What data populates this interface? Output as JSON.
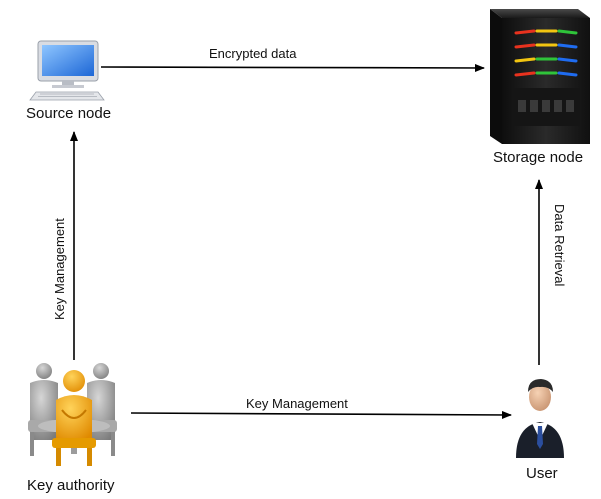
{
  "nodes": {
    "source": {
      "label": "Source node",
      "icon": "desktop-computer-icon"
    },
    "storage": {
      "label": "Storage node",
      "icon": "server-rack-icon"
    },
    "authority": {
      "label": "Key authority",
      "icon": "meeting-people-icon"
    },
    "user": {
      "label": "User",
      "icon": "business-user-icon"
    }
  },
  "edges": {
    "source_to_storage": "Encrypted data",
    "authority_to_source": "Key Management",
    "authority_to_user": "Key Management",
    "user_to_storage": "Data Retrieval"
  },
  "colors": {
    "arrow": "#000000",
    "server_body": "#1b1b1b",
    "led_red": "#e8321e",
    "led_yellow": "#f2c511",
    "led_green": "#2fc43a",
    "led_blue": "#1f6cf0",
    "person_gray": "#8d8d8d",
    "person_orange": "#f6a400",
    "user_suit": "#1a1f2a"
  }
}
